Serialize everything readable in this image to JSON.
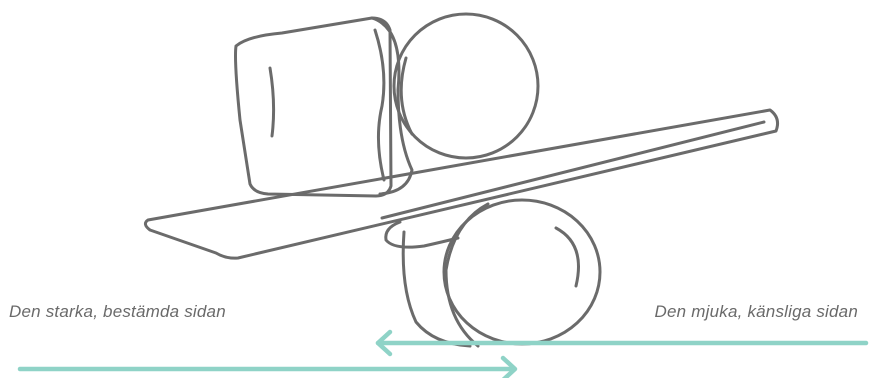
{
  "labels": {
    "left": "Den starka, bestämda sidan",
    "right": "Den mjuka, känsliga sidan"
  },
  "colors": {
    "stroke": "#6b6b6b",
    "arrow": "#8fd3c7",
    "text": "#6a6a6a",
    "background": "#ffffff"
  },
  "arrows": [
    {
      "name": "arrow-right",
      "direction": "right"
    },
    {
      "name": "arrow-left",
      "direction": "left"
    }
  ]
}
